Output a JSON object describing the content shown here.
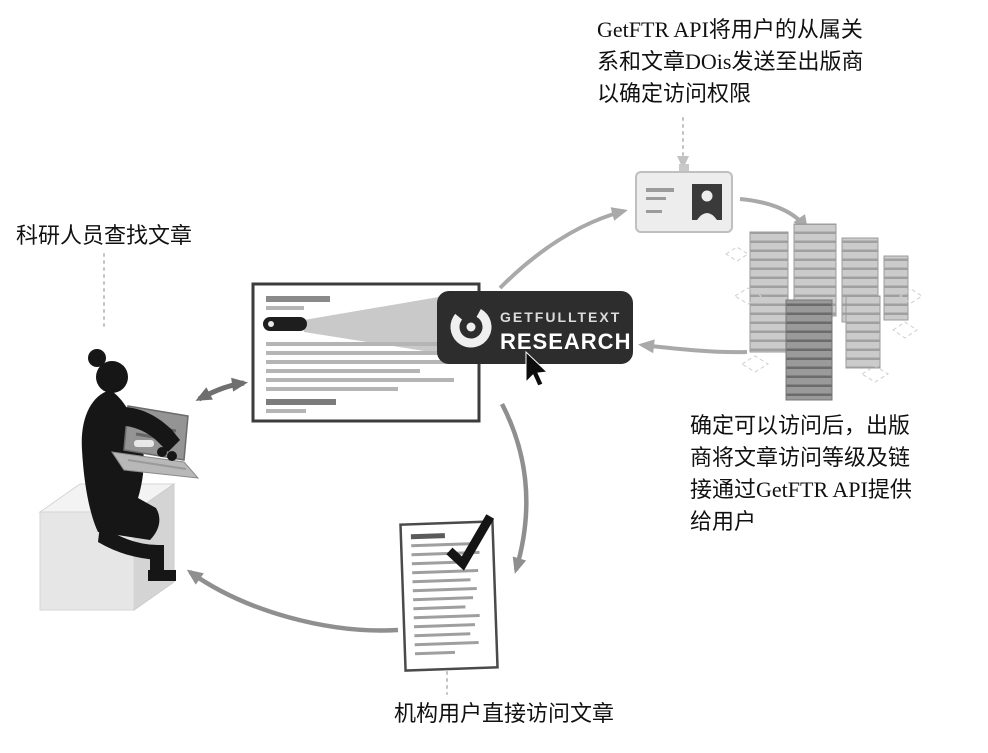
{
  "diagram": {
    "labels": {
      "top_right": "GetFTR API将用户的从属关\n系和文章DOis发送至出版商\n以确定访问权限",
      "researcher": "科研人员查找文章",
      "publisher": "确定可以访问后，出版\n商将文章访问等级及链\n接通过GetFTR API提供\n给用户",
      "bottom": "机构用户直接访问文章"
    },
    "badge": {
      "line1": "GETFULLTEXT",
      "line2": "RESEARCH"
    },
    "colors": {
      "badge_bg": "#2d2d2d",
      "arrow_light": "#a9a9a9",
      "arrow_medium": "#8f8f8f",
      "arrow_dark": "#6f6f6f",
      "silhouette": "#161616",
      "line_gray": "#9f9f9f"
    }
  }
}
